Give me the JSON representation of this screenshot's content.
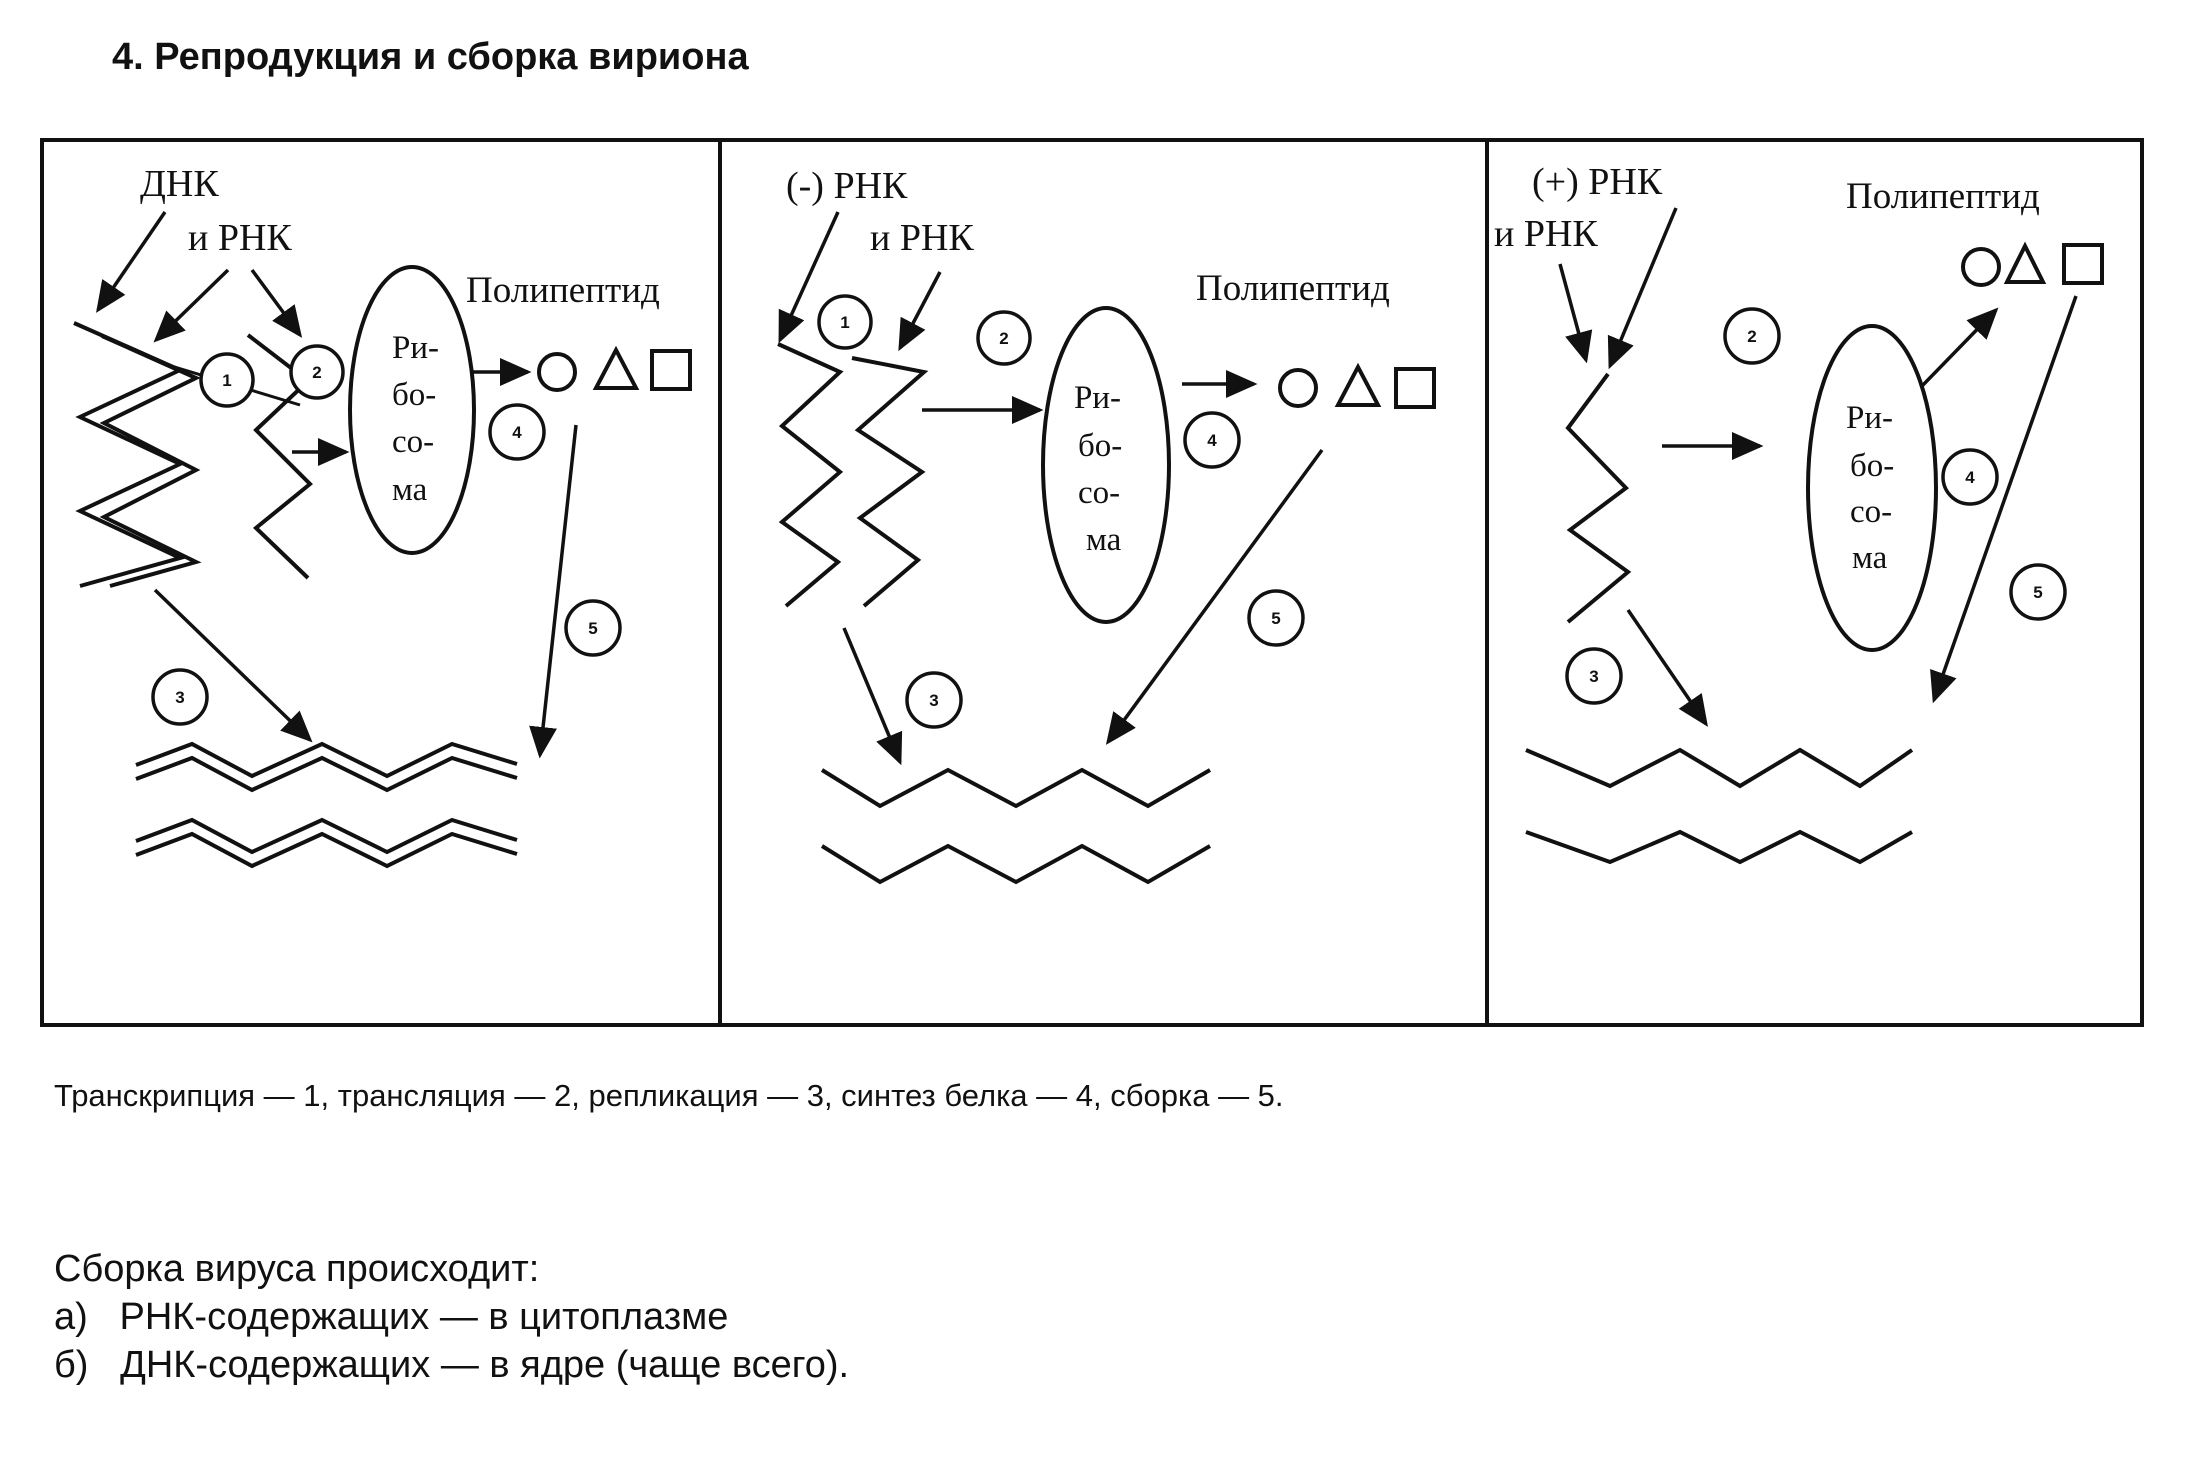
{
  "heading": "4. Репродукция и сборка вириона",
  "panels": [
    {
      "nucleic_label_line1": "ДНК",
      "nucleic_label_line2": "и РНК",
      "product_label": "Полипептид",
      "ribosome_lines": [
        "Ри-",
        "бо-",
        "со-",
        "ма"
      ],
      "step_numbers": [
        "1",
        "2",
        "3",
        "4",
        "5"
      ]
    },
    {
      "nucleic_label_line1": "(-) РНК",
      "nucleic_label_line2": "и РНК",
      "product_label": "Полипептид",
      "ribosome_lines": [
        "Ри-",
        "бо-",
        "со-",
        "ма"
      ],
      "step_numbers": [
        "1",
        "2",
        "3",
        "4",
        "5"
      ]
    },
    {
      "nucleic_label_line1": "(+) РНК",
      "nucleic_label_line2": "и РНК",
      "product_label": "Полипептид",
      "ribosome_lines": [
        "Ри-",
        "бо-",
        "со-",
        "ма"
      ],
      "step_numbers": [
        "2",
        "3",
        "4",
        "5"
      ]
    }
  ],
  "legend": "Транскрипция — 1, трансляция — 2, репликация — 3, синтез белка — 4, сборка — 5.",
  "assembly": {
    "title": "Сборка вируса происходит:",
    "items": [
      {
        "marker": "а)",
        "text": "РНК-содержащих — в цитоплазме"
      },
      {
        "marker": "б)",
        "text": "ДНК-содержащих — в ядре (чаще всего)."
      }
    ]
  }
}
